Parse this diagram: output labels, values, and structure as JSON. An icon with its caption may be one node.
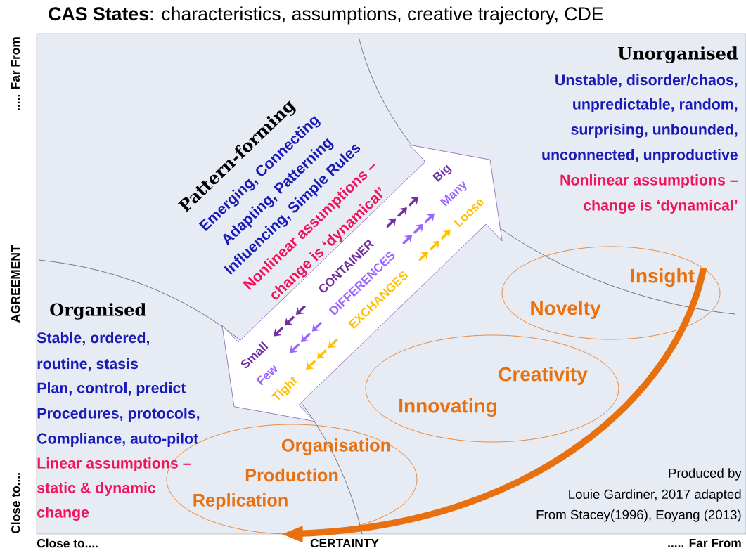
{
  "diagram": {
    "title": "**CAS States**: characteristics, assumptions, creative trajectory, CDE",
    "nodes": [
      {
        "text": [
          "Organisation",
          "Production",
          "Replication"
        ]
      },
      {
        "text": [
          "Creativity",
          "Innovating"
        ]
      },
      {
        "text": [
          "Insight",
          "Novelty"
        ]
      },
      {
        "text": [
          "Small",
          "CONTAINER",
          "Big",
          "Few",
          "DIFFERENCES",
          "Many",
          "Tight",
          "EXCHANGES",
          "Loose"
        ]
      }
    ],
    "edges": [
      {
        "from": 2,
        "to": 0,
        "arrow": "to",
        "color": "#e8700e"
      }
    ],
    "labels": [
      "Organised",
      "Stable, ordered,",
      "routine, stasis",
      "Plan, control, predict",
      "Procedures, protocols,",
      "Compliance, auto-pilot",
      "Linear assumptions –",
      "static & dynamic",
      "change",
      "Pattern-forming",
      "Emerging, Connecting",
      "Adapting, Patterning",
      "Influencing, Simple Rules",
      "Nonlinear assumptions –",
      "change is ‘dynamical’",
      "Unorganised",
      "Unstable, disorder/chaos,",
      "unpredictable, random,",
      "surprising, unbounded,",
      "unconnected, unproductive",
      "Nonlinear assumptions –",
      "change is ‘dynamical’",
      "Close to....",
      "CERTAINTY",
      "..... Far From",
      "Close to....",
      "AGREEMENT",
      "..... Far From",
      "Produced by",
      "Louie Gardiner, 2017 adapted",
      "From Stacey(1996), Eoyang (2013)"
    ]
  }
}
